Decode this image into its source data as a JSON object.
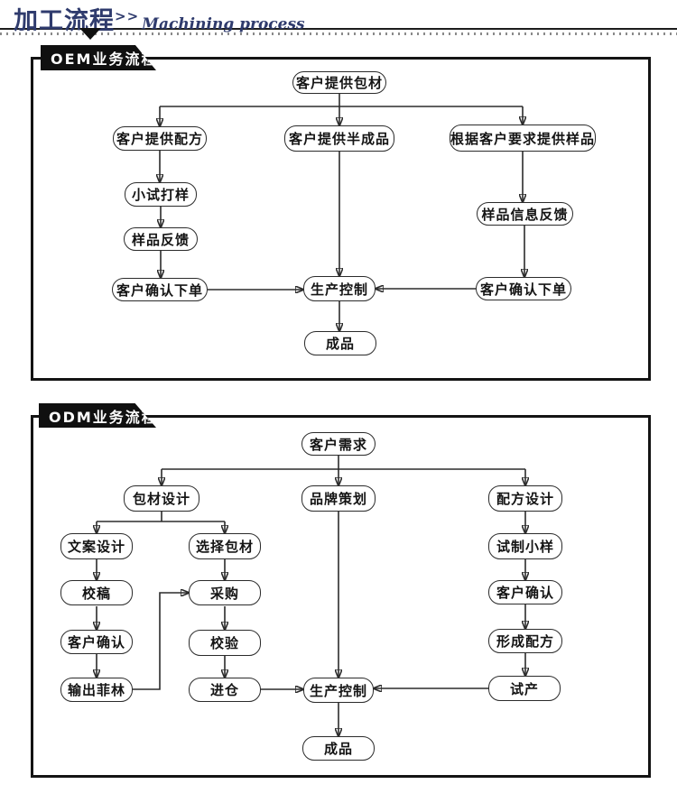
{
  "header": {
    "title_cn": "加工流程",
    "title_arrows": ">>",
    "title_en": "Machining process"
  },
  "colors": {
    "accent_navy": "#2f3b6d",
    "banner_black": "#101010",
    "line_dark": "#2b2b2b",
    "dot_gray": "#8a8a8a"
  },
  "oem": {
    "banner": "OEM业务流程",
    "nodes": {
      "provide_packaging": "客户提供包材",
      "provide_formula": "客户提供配方",
      "provide_semi": "客户提供半成品",
      "provide_sample_on_request": "根据客户要求提供样品",
      "trial_sample": "小试打样",
      "sample_feedback": "样品反馈",
      "sample_info_feedback": "样品信息反馈",
      "confirm_order_left": "客户确认下单",
      "production_control": "生产控制",
      "confirm_order_right": "客户确认下单",
      "finished_product": "成品"
    },
    "edges": [
      {
        "from": "provide_packaging",
        "to": "provide_formula"
      },
      {
        "from": "provide_packaging",
        "to": "provide_semi"
      },
      {
        "from": "provide_packaging",
        "to": "provide_sample_on_request"
      },
      {
        "from": "provide_formula",
        "to": "trial_sample"
      },
      {
        "from": "trial_sample",
        "to": "sample_feedback"
      },
      {
        "from": "sample_feedback",
        "to": "confirm_order_left"
      },
      {
        "from": "provide_sample_on_request",
        "to": "sample_info_feedback"
      },
      {
        "from": "sample_info_feedback",
        "to": "confirm_order_right"
      },
      {
        "from": "confirm_order_left",
        "to": "production_control"
      },
      {
        "from": "provide_semi",
        "to": "production_control"
      },
      {
        "from": "confirm_order_right",
        "to": "production_control"
      },
      {
        "from": "production_control",
        "to": "finished_product"
      }
    ]
  },
  "odm": {
    "banner": "ODM业务流程",
    "nodes": {
      "customer_demand": "客户需求",
      "packaging_design": "包材设计",
      "brand_planning": "品牌策划",
      "formula_design": "配方设计",
      "copy_design": "文案设计",
      "select_packaging": "选择包材",
      "trial_small_sample": "试制小样",
      "proofreading": "校稿",
      "purchasing": "采购",
      "customer_confirm_right": "客户确认",
      "customer_confirm_left": "客户确认",
      "inspection": "校验",
      "form_formula": "形成配方",
      "output_film": "输出菲林",
      "warehousing": "进仓",
      "production_control": "生产控制",
      "trial_production": "试产",
      "finished_product": "成品"
    },
    "edges": [
      {
        "from": "customer_demand",
        "to": "packaging_design"
      },
      {
        "from": "customer_demand",
        "to": "brand_planning"
      },
      {
        "from": "customer_demand",
        "to": "formula_design"
      },
      {
        "from": "packaging_design",
        "to": "copy_design"
      },
      {
        "from": "packaging_design",
        "to": "select_packaging"
      },
      {
        "from": "copy_design",
        "to": "proofreading"
      },
      {
        "from": "proofreading",
        "to": "customer_confirm_left"
      },
      {
        "from": "customer_confirm_left",
        "to": "output_film"
      },
      {
        "from": "output_film",
        "to": "purchasing"
      },
      {
        "from": "select_packaging",
        "to": "purchasing"
      },
      {
        "from": "purchasing",
        "to": "inspection"
      },
      {
        "from": "inspection",
        "to": "warehousing"
      },
      {
        "from": "warehousing",
        "to": "production_control"
      },
      {
        "from": "brand_planning",
        "to": "production_control"
      },
      {
        "from": "formula_design",
        "to": "trial_small_sample"
      },
      {
        "from": "trial_small_sample",
        "to": "customer_confirm_right"
      },
      {
        "from": "customer_confirm_right",
        "to": "form_formula"
      },
      {
        "from": "form_formula",
        "to": "trial_production"
      },
      {
        "from": "trial_production",
        "to": "production_control"
      },
      {
        "from": "production_control",
        "to": "finished_product"
      }
    ]
  }
}
